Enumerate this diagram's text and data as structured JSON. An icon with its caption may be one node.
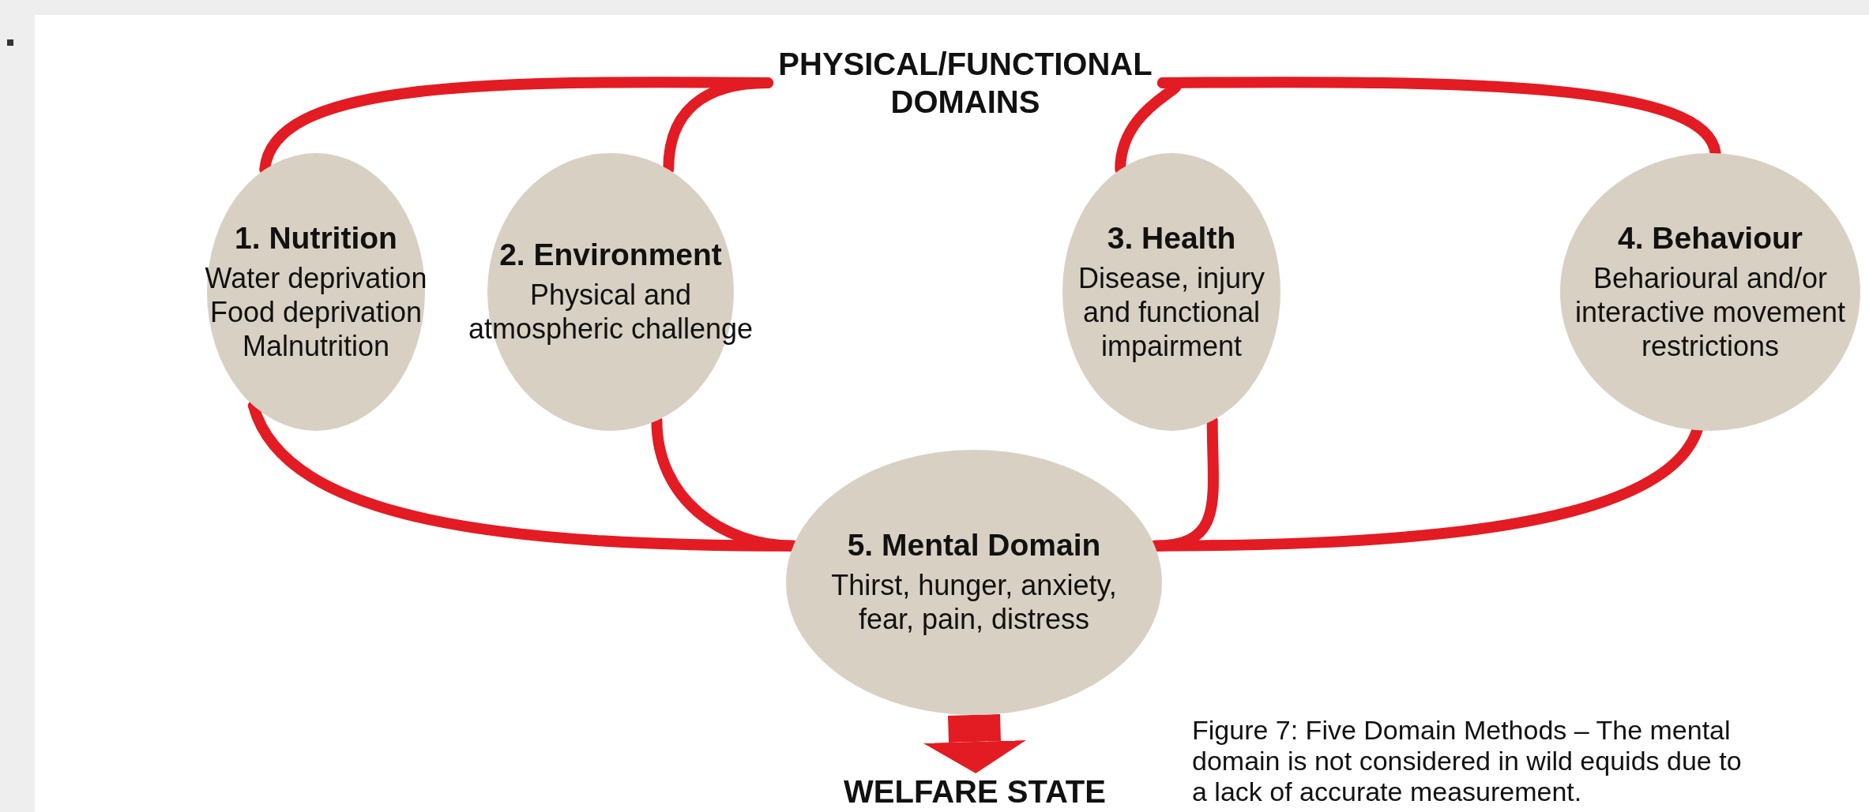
{
  "diagram": {
    "caption": "Figure 7: Five Domain Methods – The mental domain is not considered in wild equids due to a lack of accurate measurement.",
    "nodes": [
      {
        "text": [
          "PHYSICAL/FUNCTIONAL DOMAINS"
        ]
      },
      {
        "text": [
          "1. Nutrition",
          "Water deprivation",
          "Food deprivation",
          "Malnutrition"
        ]
      },
      {
        "text": [
          "2. Environment",
          "Physical and atmospheric challenge"
        ]
      },
      {
        "text": [
          "3. Health",
          "Disease, injury and functional impairment"
        ]
      },
      {
        "text": [
          "4. Behaviour",
          "Beharioural and/or interactive movement restrictions"
        ]
      },
      {
        "text": [
          "5. Mental Domain",
          "Thirst, hunger, anxiety, fear, pain, distress"
        ]
      },
      {
        "text": [
          "WELFARE STATE"
        ]
      }
    ],
    "edges": [
      {
        "from": 0,
        "to": 1,
        "arrow": "none"
      },
      {
        "from": 0,
        "to": 2,
        "arrow": "none"
      },
      {
        "from": 0,
        "to": 3,
        "arrow": "none"
      },
      {
        "from": 0,
        "to": 4,
        "arrow": "none"
      },
      {
        "from": 1,
        "to": 5,
        "arrow": "none"
      },
      {
        "from": 2,
        "to": 5,
        "arrow": "none"
      },
      {
        "from": 3,
        "to": 5,
        "arrow": "none"
      },
      {
        "from": 4,
        "to": 5,
        "arrow": "none"
      },
      {
        "from": 5,
        "to": 6,
        "arrow": "to",
        "style": "thick"
      }
    ]
  }
}
